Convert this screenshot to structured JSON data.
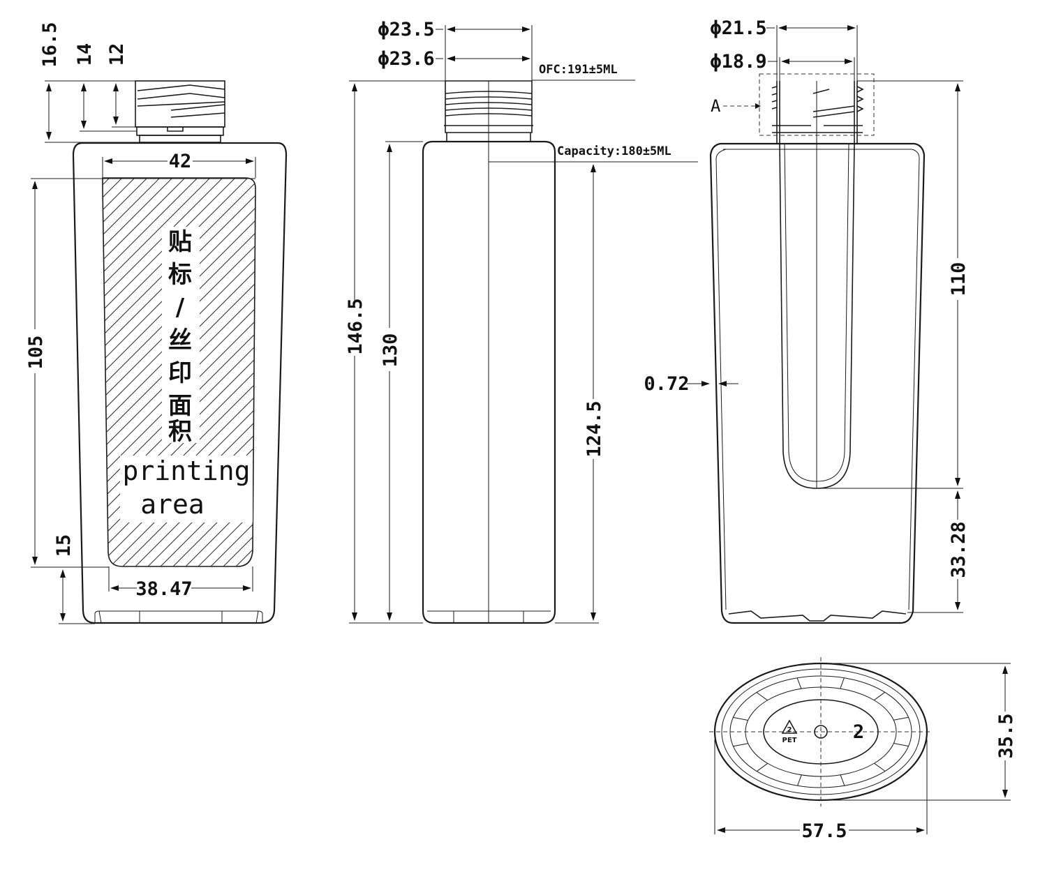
{
  "front_view": {
    "dims": {
      "neck_height": "16.5",
      "thread_start": "14",
      "thread_top": "12",
      "label_width_top": "42",
      "label_width_bottom": "38.47",
      "label_height": "105",
      "label_bottom_offset": "15"
    },
    "label_cn": [
      "贴",
      "标",
      "/",
      "丝",
      "印",
      "面",
      "积"
    ],
    "label_en_line1": "printing",
    "label_en_line2": "area"
  },
  "side_view": {
    "dims": {
      "neck_outer_dia": "ϕ23.5",
      "neck_thread_dia": "ϕ23.6",
      "total_height": "146.5",
      "body_height": "130",
      "fill_height": "124.5"
    },
    "notes": {
      "ofc": "OFC:191±5ML",
      "capacity": "Capacity:180±5ML"
    }
  },
  "section_view": {
    "dims": {
      "neck_outer_dia": "ϕ21.5",
      "neck_inner_dia": "ϕ18.9",
      "wall_thickness": "0.72",
      "dip_tube_depth": "110",
      "bottom_clearance": "33.28"
    },
    "section_marker": "A"
  },
  "bottom_view": {
    "dims": {
      "width": "57.5",
      "depth": "35.5"
    },
    "recycle_code": "2",
    "material": "PET"
  }
}
